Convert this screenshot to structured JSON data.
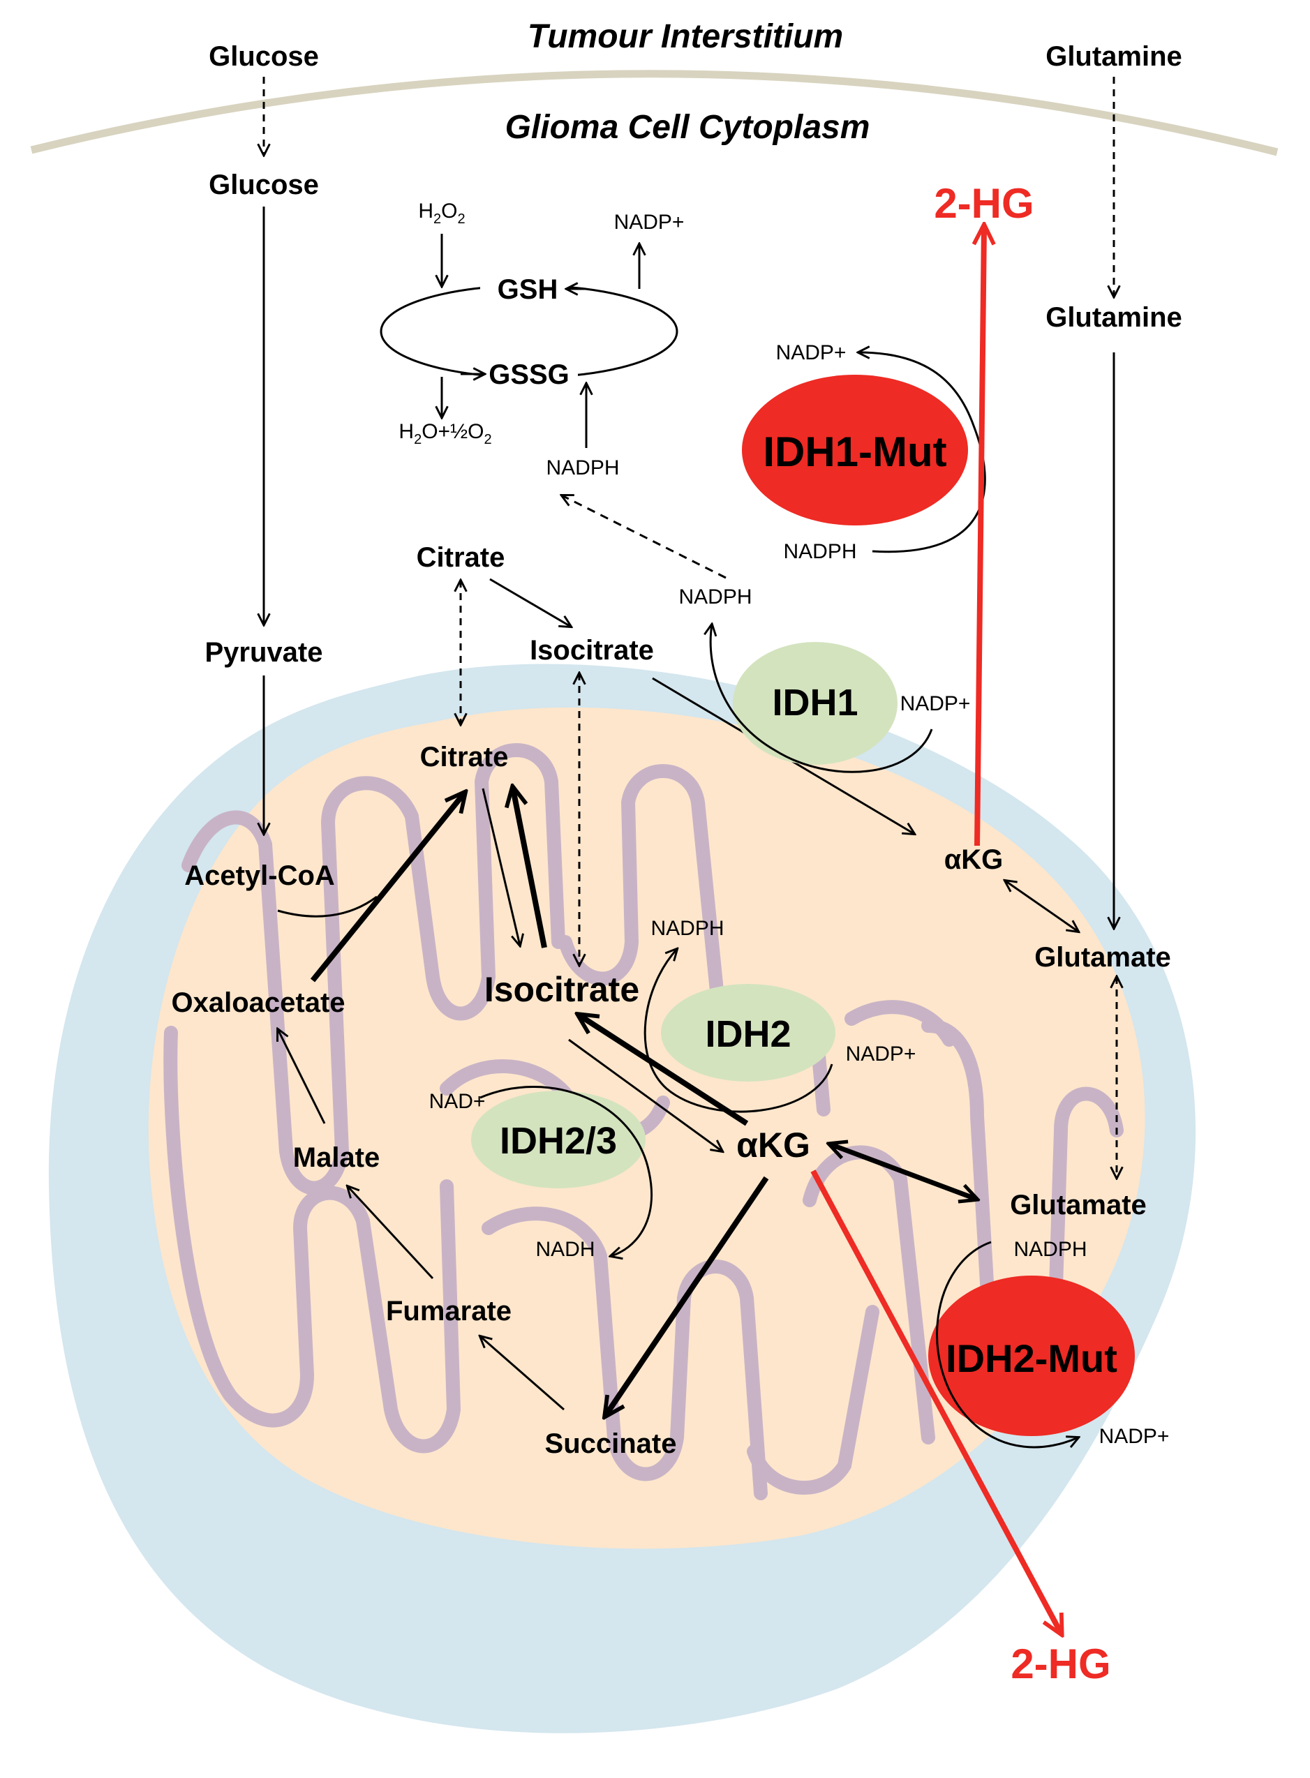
{
  "regions": {
    "outside": "Tumour Interstitium",
    "cytoplasm": "Glioma Cell Cytoplasm"
  },
  "cytoplasm": {
    "glucose_out": "Glucose",
    "glucose_in": "Glucose",
    "pyruvate": "Pyruvate",
    "glutamine_out": "Glutamine",
    "glutamine_in": "Glutamine",
    "glutamate": "Glutamate",
    "citrate": "Citrate",
    "isocitrate": "Isocitrate",
    "akg": "αKG",
    "twohg": "2-HG",
    "idh1": "IDH1",
    "idh1_mut": "IDH1-Mut",
    "idh1_nadph": "NADPH",
    "idh1_nadp": "NADP+",
    "mut1_nadp": "NADP+",
    "mut1_nadph": "NADPH"
  },
  "glutathione": {
    "gsh": "GSH",
    "gssg": "GSSG",
    "h2o2_base": "H",
    "h2o2_sub1": "2",
    "h2o2_mid": "O",
    "h2o2_sub2": "2",
    "nadp": "NADP+",
    "water_base": "H",
    "water_sub1": "2",
    "water_mid": "O+½O",
    "water_sub2": "2",
    "nadph": "NADPH"
  },
  "mitochondrion": {
    "citrate": "Citrate",
    "acetyl_coa": "Acetyl-CoA",
    "oxaloacetate": "Oxaloacetate",
    "malate": "Malate",
    "fumarate": "Fumarate",
    "succinate": "Succinate",
    "isocitrate": "Isocitrate",
    "akg": "αKG",
    "glutamate": "Glutamate",
    "twohg": "2-HG",
    "idh2": "IDH2",
    "idh23": "IDH2/3",
    "idh2_mut": "IDH2-Mut",
    "idh2_nadph": "NADPH",
    "idh2_nadp": "NADP+",
    "idh23_nad": "NAD+",
    "idh23_nadh": "NADH",
    "mut2_nadph": "NADPH",
    "mut2_nadp": "NADP+"
  },
  "colors": {
    "mutant_red": "#ee2b24",
    "idh_green": "#d3e3be",
    "matrix": "#fde6cc",
    "outer_membrane": "#d4e6ee",
    "cristae": "#c8b3c6",
    "cell_membrane": "#d8d3bf"
  }
}
